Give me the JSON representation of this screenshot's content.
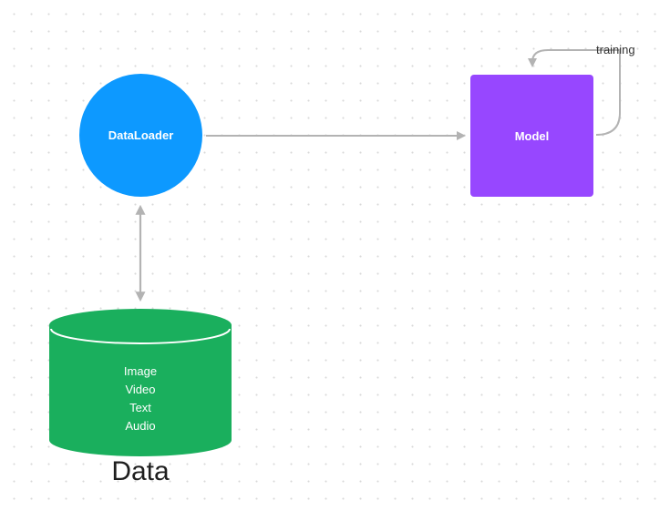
{
  "nodes": {
    "dataloader": {
      "label": "DataLoader",
      "color": "#0d99ff"
    },
    "model": {
      "label": "Model",
      "color": "#9747ff"
    },
    "data": {
      "title": "Data",
      "color": "#1aaf5d",
      "items": [
        "Image",
        "Video",
        "Text",
        "Audio"
      ]
    }
  },
  "edges": {
    "training_loop_label": "training",
    "connector_color": "#b3b3b3"
  }
}
